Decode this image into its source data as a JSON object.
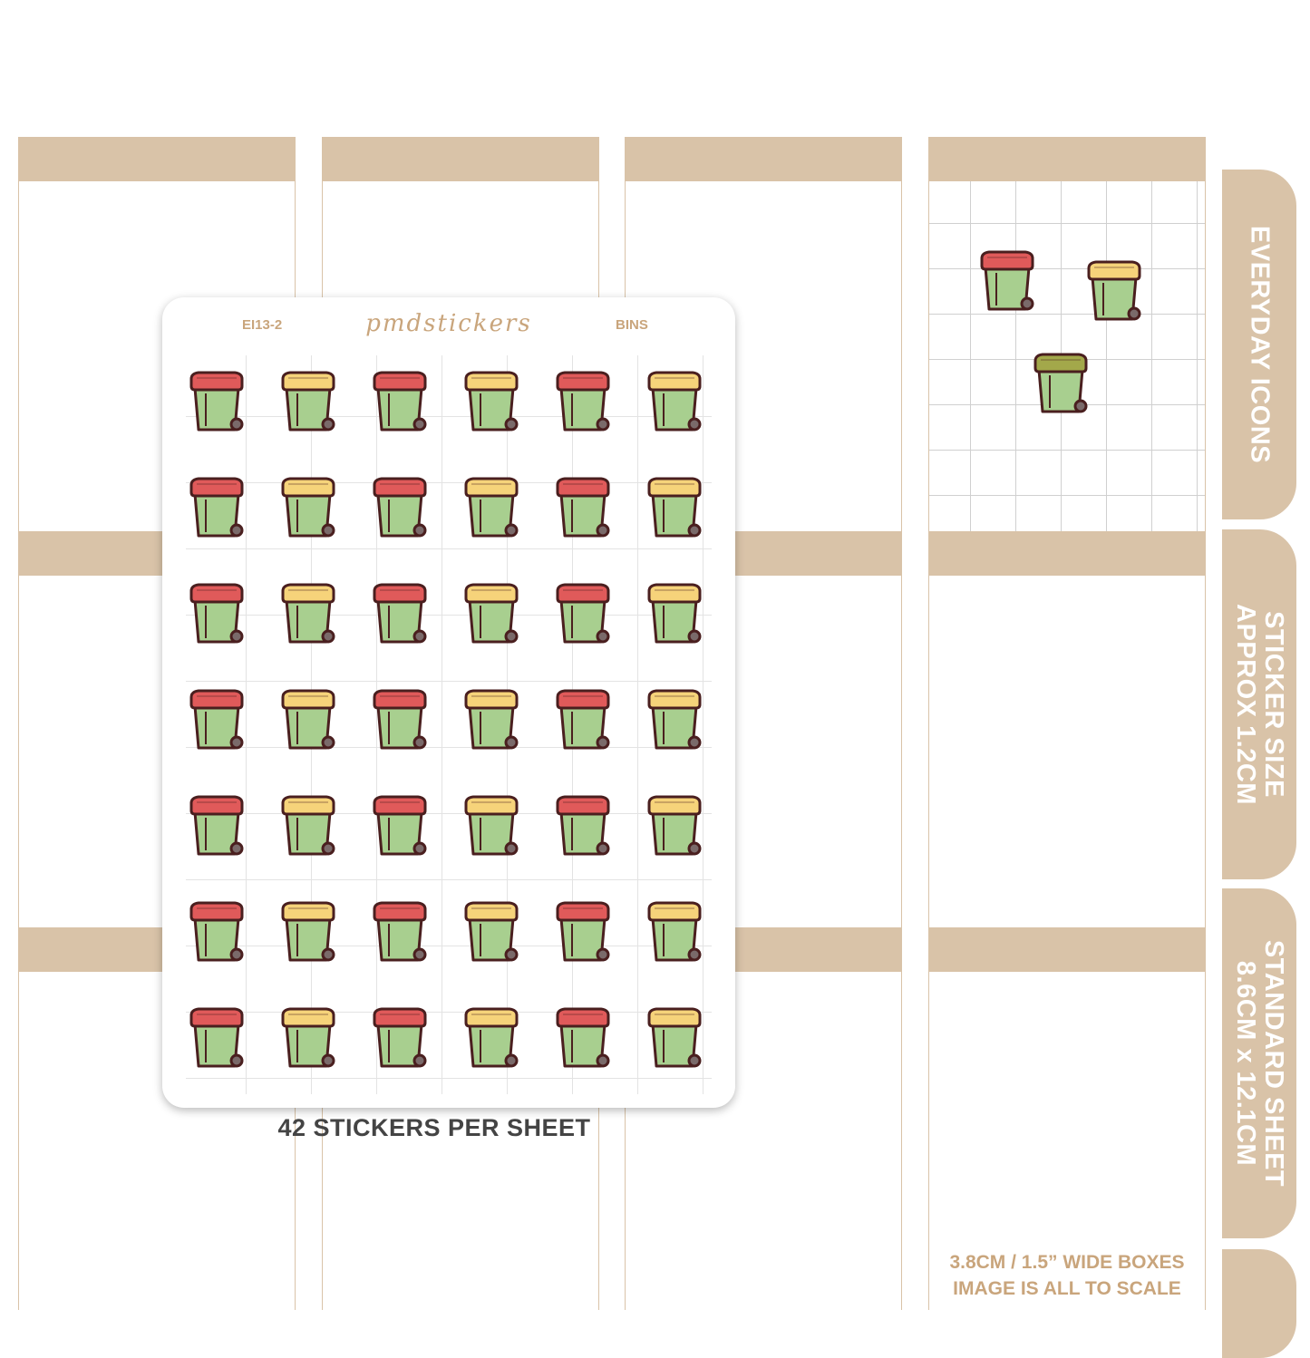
{
  "sheet": {
    "code": "EI13-2",
    "brand": "pmdstickers",
    "name": "BINS"
  },
  "stickers": {
    "rows": 7,
    "cols": 6,
    "lid_pattern": [
      "red",
      "yellow"
    ],
    "colors": {
      "red_lid": "#e05a5a",
      "yellow_lid": "#f6d37a",
      "olive_lid": "#a3a84a",
      "body": "#a8cf8f",
      "outline": "#4a1f1f",
      "wheel": "#7a6a6a"
    }
  },
  "sample_bins": [
    "red",
    "yellow",
    "olive"
  ],
  "tabs": [
    "EVERYDAY ICONS",
    "STICKER SIZE\nAPPROX 1.2CM",
    "STANDARD SHEET\n8.6CM x 12.1CM"
  ],
  "footer": {
    "count": "42 STICKERS PER SHEET",
    "note_line1": "3.8CM / 1.5” WIDE BOXES",
    "note_line2": "IMAGE IS ALL TO SCALE"
  },
  "colors": {
    "band": "#d9c3a8",
    "accent_text": "#c9a57c"
  }
}
